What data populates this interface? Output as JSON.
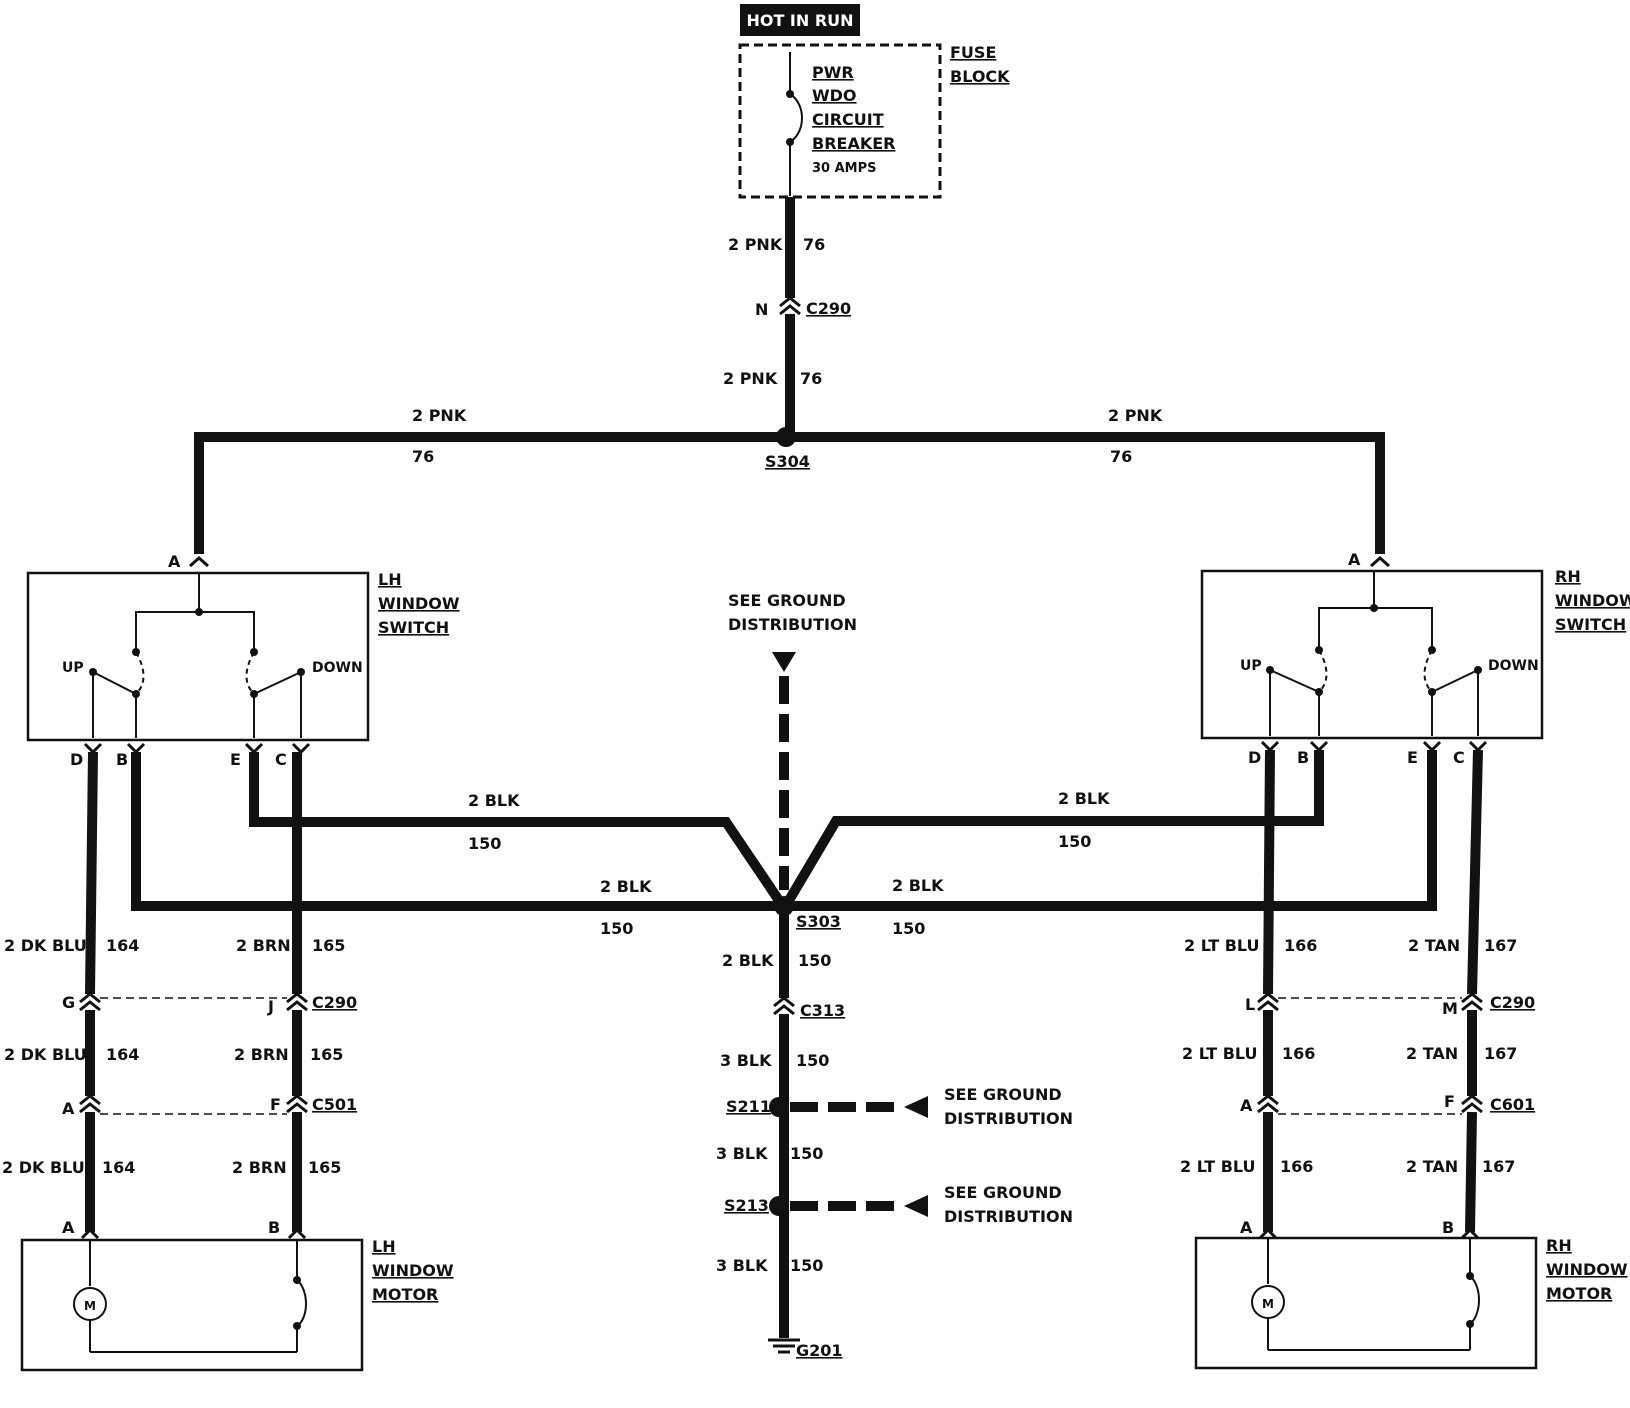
{
  "fuse": {
    "hot_label": "HOT IN RUN",
    "block_line1": "FUSE",
    "block_line2": "BLOCK",
    "cb_line1": "PWR",
    "cb_line2": "WDO",
    "cb_line3": "CIRCUIT",
    "cb_line4": "BREAKER",
    "cb_rating": "30 AMPS"
  },
  "feed": {
    "upper_wire": "2 PNK",
    "upper_circuit": "76",
    "conn_pin": "N",
    "conn_name": "C290",
    "lower_wire": "2 PNK",
    "lower_circuit": "76",
    "splice": "S304",
    "left_wire": "2 PNK",
    "left_circuit": "76",
    "right_wire": "2 PNK",
    "right_circuit": "76"
  },
  "lh_switch": {
    "line1": "LH",
    "line2": "WINDOW",
    "line3": "SWITCH",
    "pin_a": "A",
    "up": "UP",
    "down": "DOWN",
    "pin_d": "D",
    "pin_b": "B",
    "pin_e": "E",
    "pin_c": "C"
  },
  "rh_switch": {
    "line1": "RH",
    "line2": "WINDOW",
    "line3": "SWITCH",
    "pin_a": "A",
    "up": "UP",
    "down": "DOWN",
    "pin_d": "D",
    "pin_b": "B",
    "pin_e": "E",
    "pin_c": "C"
  },
  "ground": {
    "see_line1": "SEE GROUND",
    "see_line2": "DISTRIBUTION",
    "upper_left_wire": "2 BLK",
    "upper_left_circuit": "150",
    "upper_right_wire": "2 BLK",
    "upper_right_circuit": "150",
    "lower_left_wire": "2 BLK",
    "lower_left_circuit": "150",
    "lower_right_wire": "2 BLK",
    "lower_right_circuit": "150",
    "splice_s303": "S303",
    "seg1_wire": "2 BLK",
    "seg1_circuit": "150",
    "conn_c313": "C313",
    "seg2_wire": "3 BLK",
    "seg2_circuit": "150",
    "splice_s211": "S211",
    "s211_see1": "SEE GROUND",
    "s211_see2": "DISTRIBUTION",
    "seg3_wire": "3 BLK",
    "seg3_circuit": "150",
    "splice_s213": "S213",
    "s213_see1": "SEE GROUND",
    "s213_see2": "DISTRIBUTION",
    "seg4_wire": "3 BLK",
    "seg4_circuit": "150",
    "ground_id": "G201"
  },
  "lh_harness": {
    "d_wire_1": "2 DK BLU",
    "d_circ_1": "164",
    "c_wire_1": "2 BRN",
    "c_circ_1": "165",
    "c290_pin_left": "G",
    "c290_pin_right": "J",
    "c290_name": "C290",
    "d_wire_2": "2 DK BLU",
    "d_circ_2": "164",
    "c_wire_2": "2 BRN",
    "c_circ_2": "165",
    "c501_pin_left": "A",
    "c501_pin_right": "F",
    "c501_name": "C501",
    "d_wire_3": "2 DK BLU",
    "d_circ_3": "164",
    "c_wire_3": "2 BRN",
    "c_circ_3": "165"
  },
  "rh_harness": {
    "d_wire_1": "2 LT BLU",
    "d_circ_1": "166",
    "c_wire_1": "2 TAN",
    "c_circ_1": "167",
    "c290_pin_left": "L",
    "c290_pin_right": "M",
    "c290_name": "C290",
    "d_wire_2": "2 LT BLU",
    "d_circ_2": "166",
    "c_wire_2": "2 TAN",
    "c_circ_2": "167",
    "c601_pin_left": "A",
    "c601_pin_right": "F",
    "c601_name": "C601",
    "d_wire_3": "2 LT BLU",
    "d_circ_3": "166",
    "c_wire_3": "2 TAN",
    "c_circ_3": "167"
  },
  "lh_motor": {
    "pin_a": "A",
    "pin_b": "B",
    "line1": "LH",
    "line2": "WINDOW",
    "line3": "MOTOR",
    "m": "M"
  },
  "rh_motor": {
    "pin_a": "A",
    "pin_b": "B",
    "line1": "RH",
    "line2": "WINDOW",
    "line3": "MOTOR",
    "m": "M"
  }
}
